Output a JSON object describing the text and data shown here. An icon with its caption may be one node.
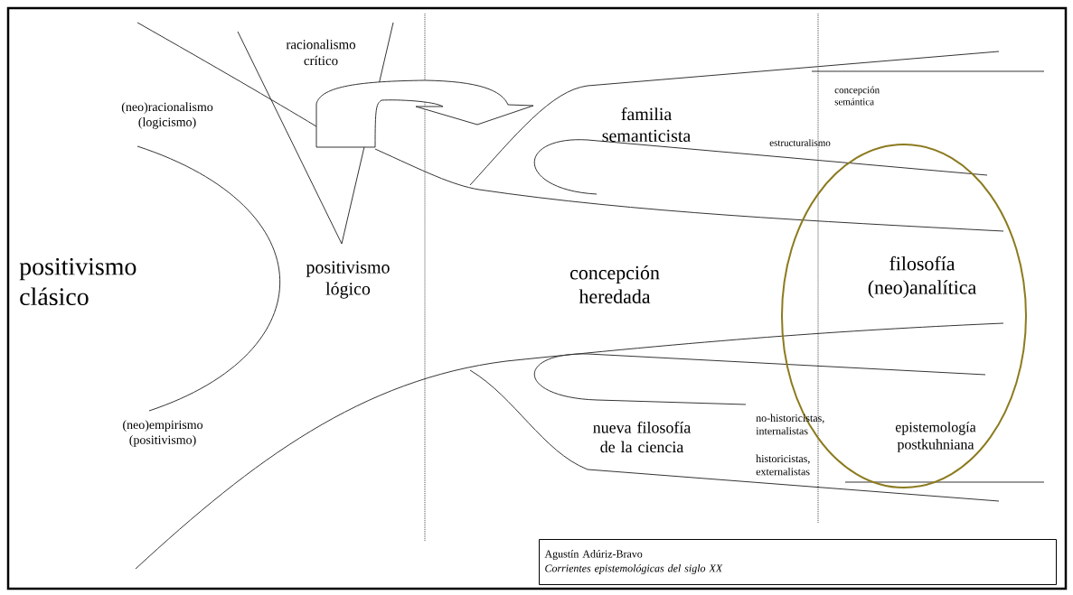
{
  "diagram": {
    "nodes": [
      {
        "text": [
          "Agustín Adúriz-Bravo",
          "*Corrientes epistemológicas del siglo XX*"
        ]
      }
    ],
    "labels": [
      "racionalismo crítico",
      "(neo)racionalismo (logicismo)",
      "positivismo clásico",
      "positivismo lógico",
      "concepción heredada",
      "familia semanticista",
      "concepción semántica",
      "estructuralismo",
      "filosofía (neo)analítica",
      "nueva filosofía de la ciencia",
      "no-historicistas, internalistas",
      "historicistas, externalistas",
      "epistemología postkuhniana",
      "(neo)empirismo (positivismo)"
    ]
  }
}
